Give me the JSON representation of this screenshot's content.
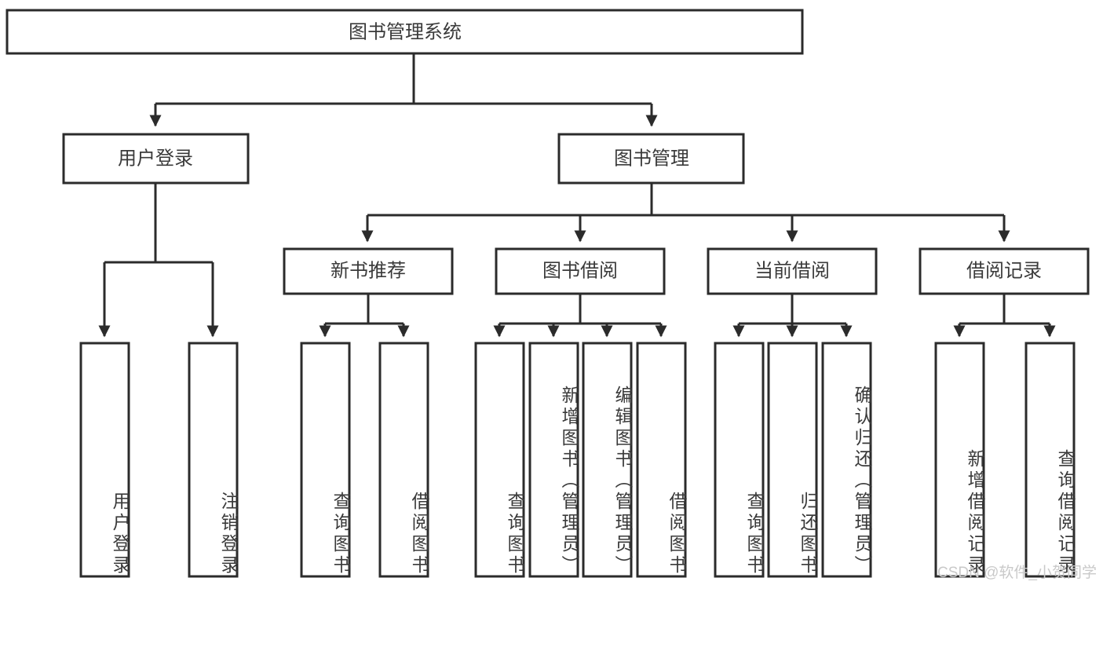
{
  "diagram": {
    "title": "图书管理系统",
    "type": "tree-hierarchy",
    "root": {
      "label": "图书管理系统"
    },
    "level2": [
      {
        "label": "用户登录"
      },
      {
        "label": "图书管理"
      }
    ],
    "level3": [
      {
        "label": "新书推荐"
      },
      {
        "label": "图书借阅"
      },
      {
        "label": "当前借阅"
      },
      {
        "label": "借阅记录"
      }
    ],
    "leaves": {
      "user_login": [
        {
          "label": "用户登录"
        },
        {
          "label": "注销登录"
        }
      ],
      "new_book_recommend": [
        {
          "label": "查询图书"
        },
        {
          "label": "借阅图书"
        }
      ],
      "book_borrow": [
        {
          "label": "查询图书"
        },
        {
          "label": "新增图书（管理员）"
        },
        {
          "label": "编辑图书（管理员）"
        },
        {
          "label": "借阅图书"
        }
      ],
      "current_borrow": [
        {
          "label": "查询图书"
        },
        {
          "label": "归还图书"
        },
        {
          "label": "确认归还（管理员）"
        }
      ],
      "borrow_record": [
        {
          "label": "新增借阅记录"
        },
        {
          "label": "查询借阅记录"
        }
      ]
    }
  },
  "watermark": {
    "text": "CSDN @软件_小贺同学"
  },
  "colors": {
    "stroke": "#2b2b2b",
    "text": "#3a3a3a",
    "background": "#ffffff",
    "watermark": "#c9c9c9"
  }
}
